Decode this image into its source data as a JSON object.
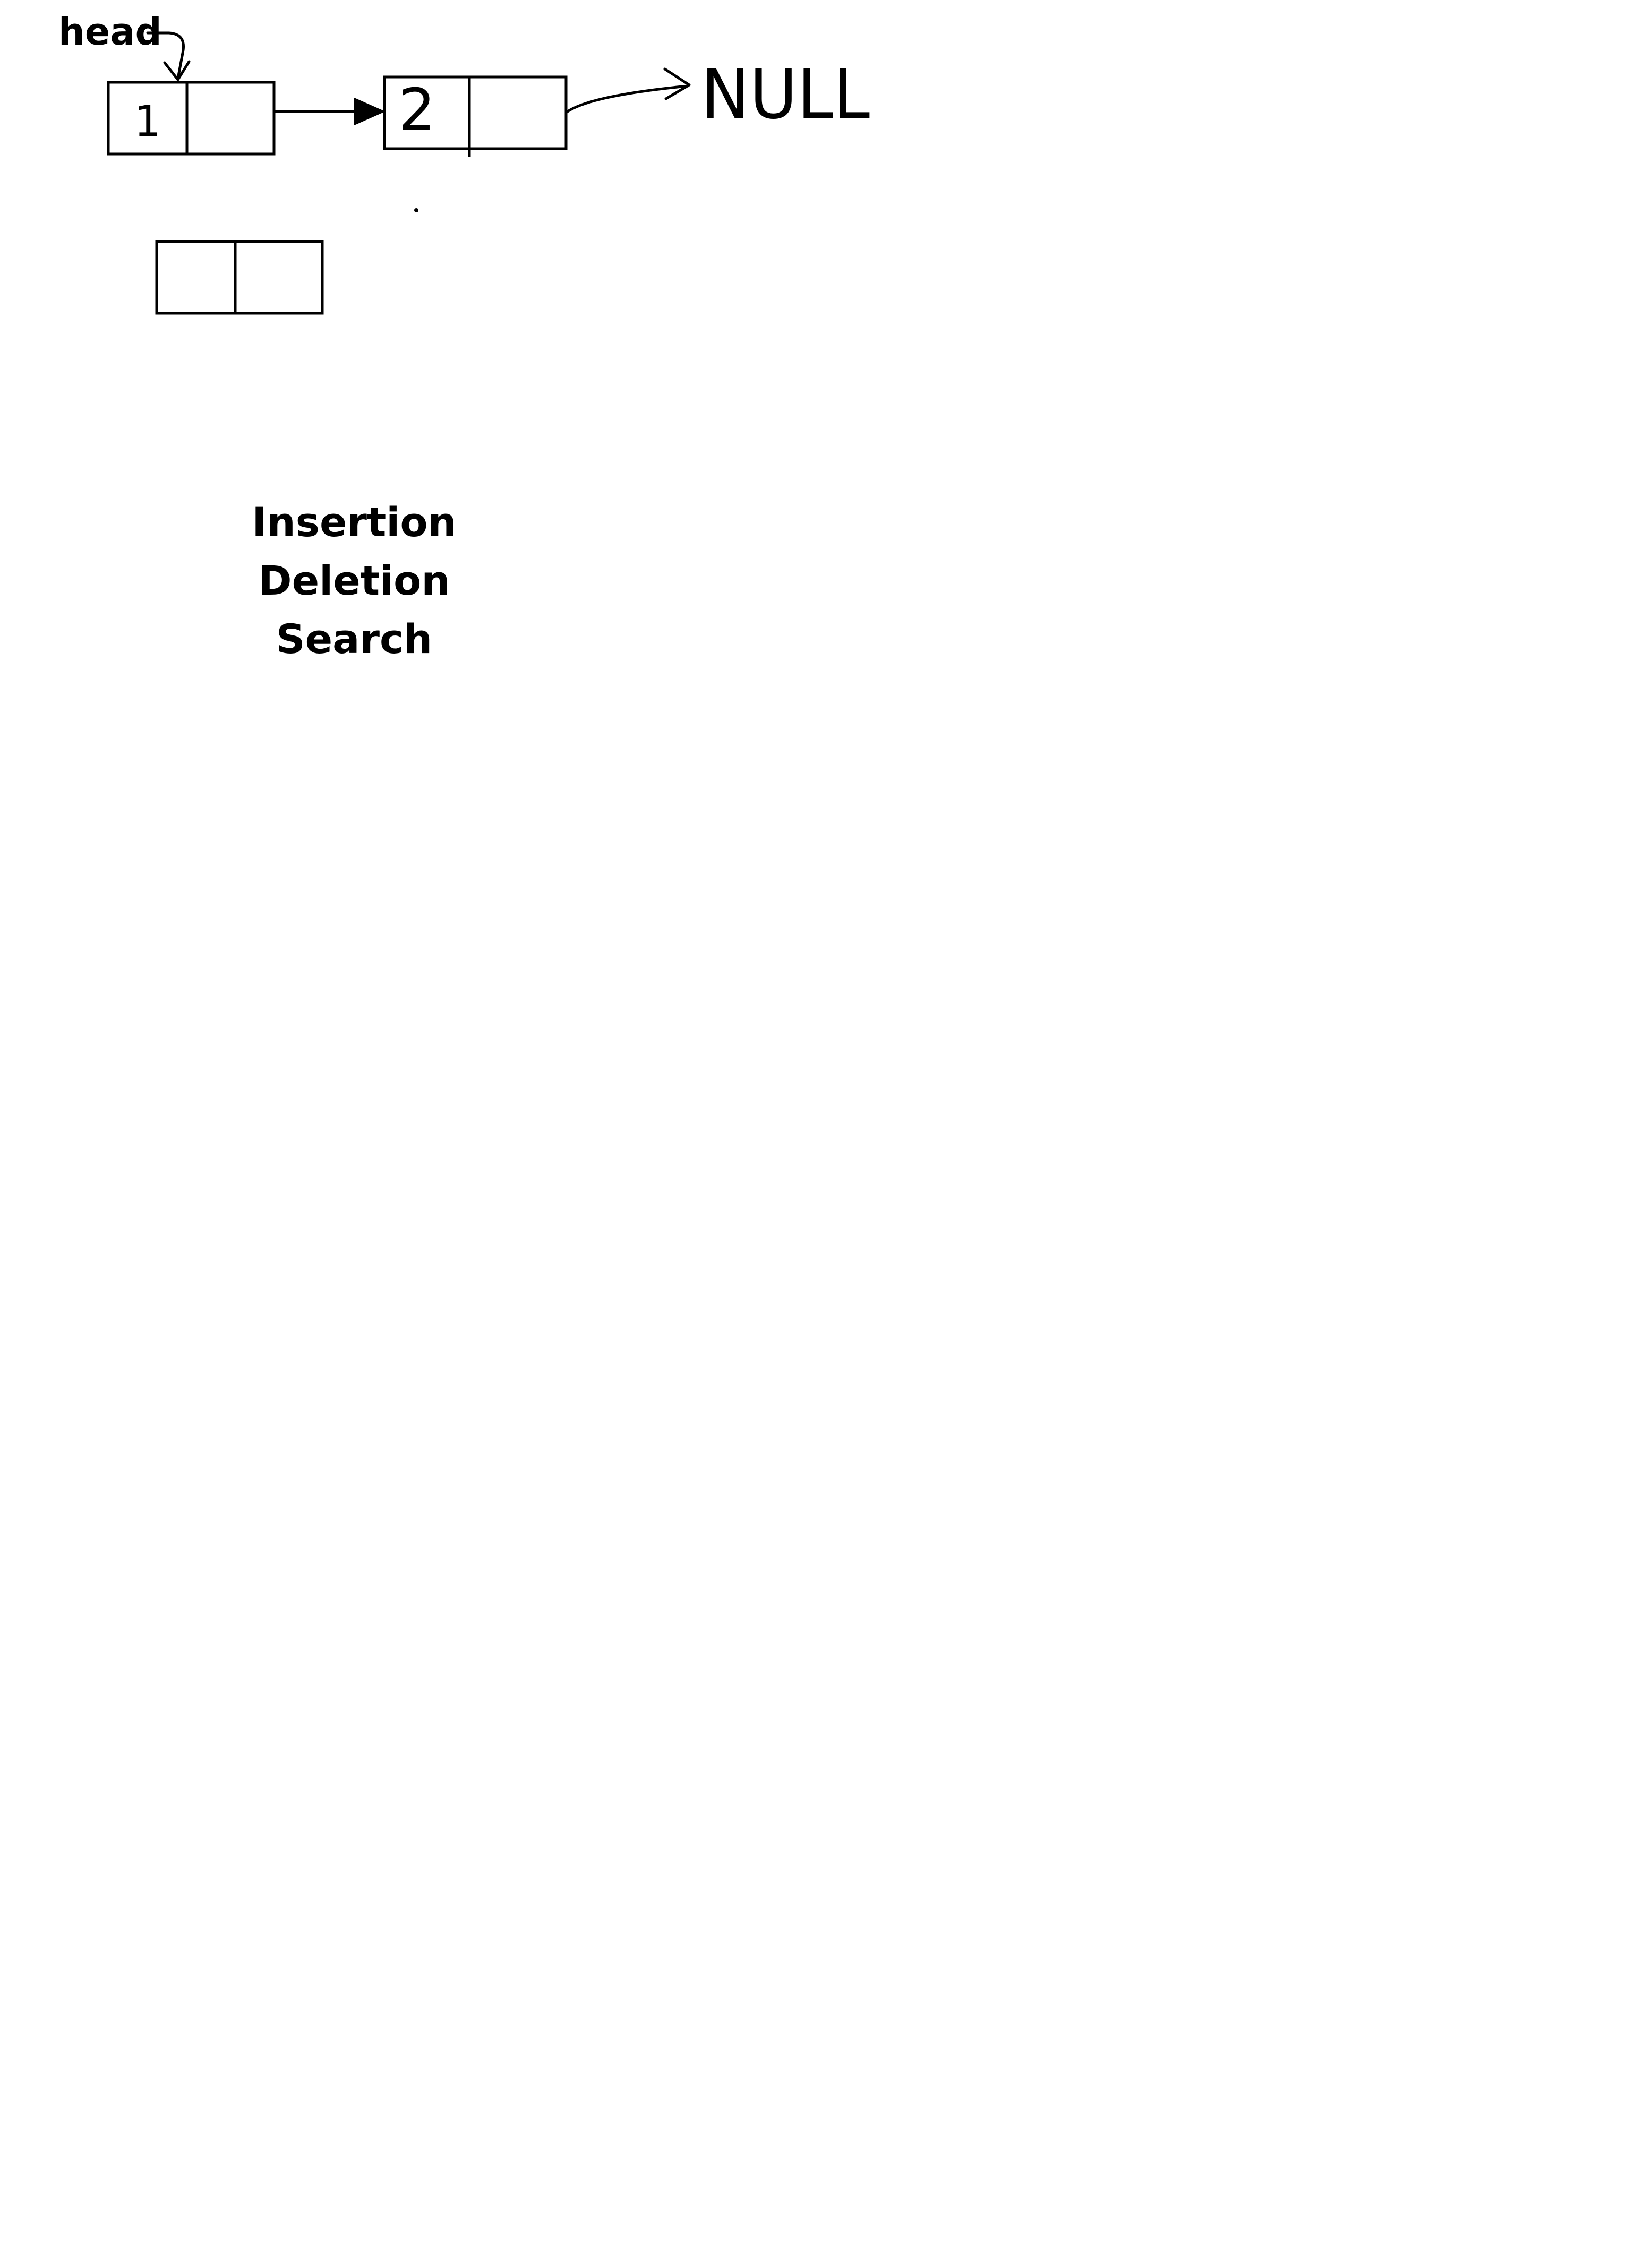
{
  "diagram": {
    "head_label": "head",
    "nodes": [
      {
        "value": "1"
      },
      {
        "value": "2"
      },
      {
        "value": ""
      }
    ],
    "null_label": "NULL"
  },
  "operations": [
    "Insertion",
    "Deletion",
    "Search"
  ],
  "colors": {
    "ink": "#000000",
    "background": "#ffffff"
  }
}
